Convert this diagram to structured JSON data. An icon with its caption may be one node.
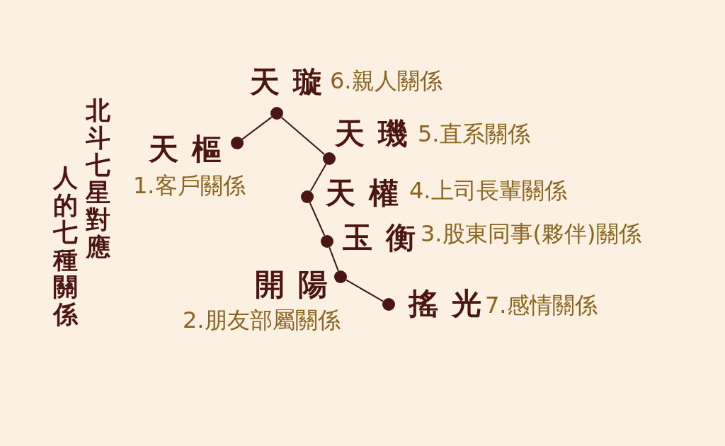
{
  "diagram": {
    "nodes": [
      {
        "text": [],
        "shape": "circle",
        "beside": [
          "天 樞",
          "1.客戶關係"
        ]
      },
      {
        "text": [],
        "shape": "circle",
        "beside": [
          "天 璇",
          "6.親人關係"
        ]
      },
      {
        "text": [],
        "shape": "circle",
        "beside": [
          "天 璣",
          "5.直系關係"
        ]
      },
      {
        "text": [],
        "shape": "circle",
        "beside": [
          "天 權",
          "4.上司長輩關係"
        ]
      },
      {
        "text": [],
        "shape": "circle",
        "beside": [
          "玉 衡",
          "3.股東同事(夥伴)關係"
        ]
      },
      {
        "text": [],
        "shape": "circle",
        "beside": [
          "開 陽",
          "2.朋友部屬關係"
        ]
      },
      {
        "text": [],
        "shape": "circle",
        "beside": [
          "搖 光",
          "7.感情關係"
        ]
      }
    ],
    "edges": [
      {
        "from": 0,
        "to": 1,
        "arrow": "none"
      },
      {
        "from": 1,
        "to": 2,
        "arrow": "none"
      },
      {
        "from": 2,
        "to": 3,
        "arrow": "none"
      },
      {
        "from": 3,
        "to": 4,
        "arrow": "none"
      },
      {
        "from": 4,
        "to": 5,
        "arrow": "none"
      },
      {
        "from": 5,
        "to": 6,
        "arrow": "none"
      }
    ],
    "labels": [
      "北斗七星對應",
      "人的七種關係"
    ]
  }
}
